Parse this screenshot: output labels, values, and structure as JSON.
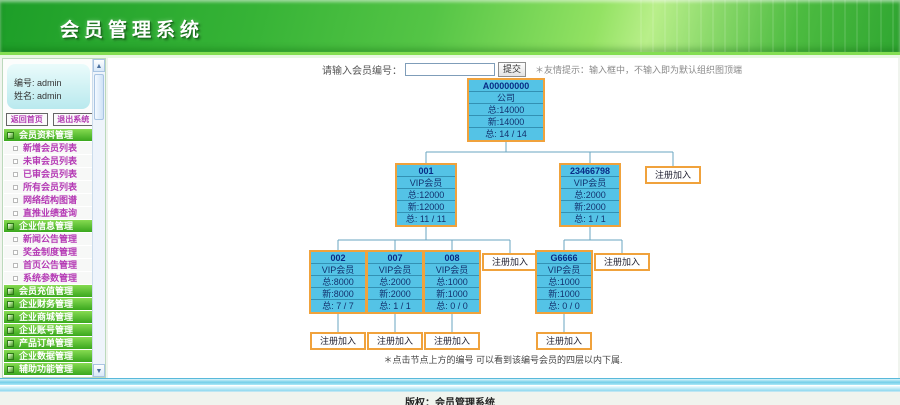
{
  "header": {
    "title": "会员管理系统"
  },
  "sidebar": {
    "user": {
      "id_label": "编号:",
      "id_value": "admin",
      "name_label": "姓名:",
      "name_value": "admin"
    },
    "home_button": "返回首页",
    "exit_button": "退出系统",
    "menu": [
      {
        "type": "section",
        "label": "会员资料管理"
      },
      {
        "type": "item",
        "label": "新增会员列表"
      },
      {
        "type": "item",
        "label": "未审会员列表"
      },
      {
        "type": "item",
        "label": "已审会员列表"
      },
      {
        "type": "item",
        "label": "所有会员列表"
      },
      {
        "type": "item",
        "label": "网络结构图谱"
      },
      {
        "type": "item",
        "label": "直推业绩查询"
      },
      {
        "type": "section",
        "label": "企业信息管理"
      },
      {
        "type": "item",
        "label": "新闻公告管理"
      },
      {
        "type": "item",
        "label": "奖金制度管理"
      },
      {
        "type": "item",
        "label": "首页公告管理"
      },
      {
        "type": "item",
        "label": "系统参数管理"
      },
      {
        "type": "section",
        "label": "会员充值管理"
      },
      {
        "type": "section",
        "label": "企业财务管理"
      },
      {
        "type": "section",
        "label": "企业商城管理"
      },
      {
        "type": "section",
        "label": "企业账号管理"
      },
      {
        "type": "section",
        "label": "产品订单管理"
      },
      {
        "type": "section",
        "label": "企业数据管理"
      },
      {
        "type": "section",
        "label": "辅助功能管理"
      }
    ],
    "scroll_up_icon": "▲",
    "scroll_down_icon": "▼"
  },
  "search": {
    "label": "请输入会员编号：",
    "value": "",
    "submit_label": "提交",
    "hint": "＊友情提示：输入框中，不输入即为默认组织图顶端"
  },
  "tree": {
    "register_label": "注册加入",
    "note": "＊点击节点上方的编号 可以看到该编号会员的四层以内下属.",
    "nodes": [
      {
        "id": "A00000000",
        "type": "公司",
        "total": "总:14000",
        "fresh": "新:14000",
        "ratio": "总: 14 / 14"
      },
      {
        "id": "001",
        "type": "VIP会员",
        "total": "总:12000",
        "fresh": "新:12000",
        "ratio": "总: 11 / 11"
      },
      {
        "id": "23466798",
        "type": "VIP会员",
        "total": "总:2000",
        "fresh": "新:2000",
        "ratio": "总: 1 / 1"
      },
      {
        "id": "002",
        "type": "VIP会员",
        "total": "总:8000",
        "fresh": "新:8000",
        "ratio": "总: 7 / 7"
      },
      {
        "id": "007",
        "type": "VIP会员",
        "total": "总:2000",
        "fresh": "新:2000",
        "ratio": "总: 1 / 1"
      },
      {
        "id": "008",
        "type": "VIP会员",
        "total": "总:1000",
        "fresh": "新:1000",
        "ratio": "总: 0 / 0"
      },
      {
        "id": "G6666",
        "type": "VIP会员",
        "total": "总:1000",
        "fresh": "新:1000",
        "ratio": "总: 0 / 0"
      }
    ]
  },
  "footer": {
    "copyright": "版权：会员管理系统"
  }
}
